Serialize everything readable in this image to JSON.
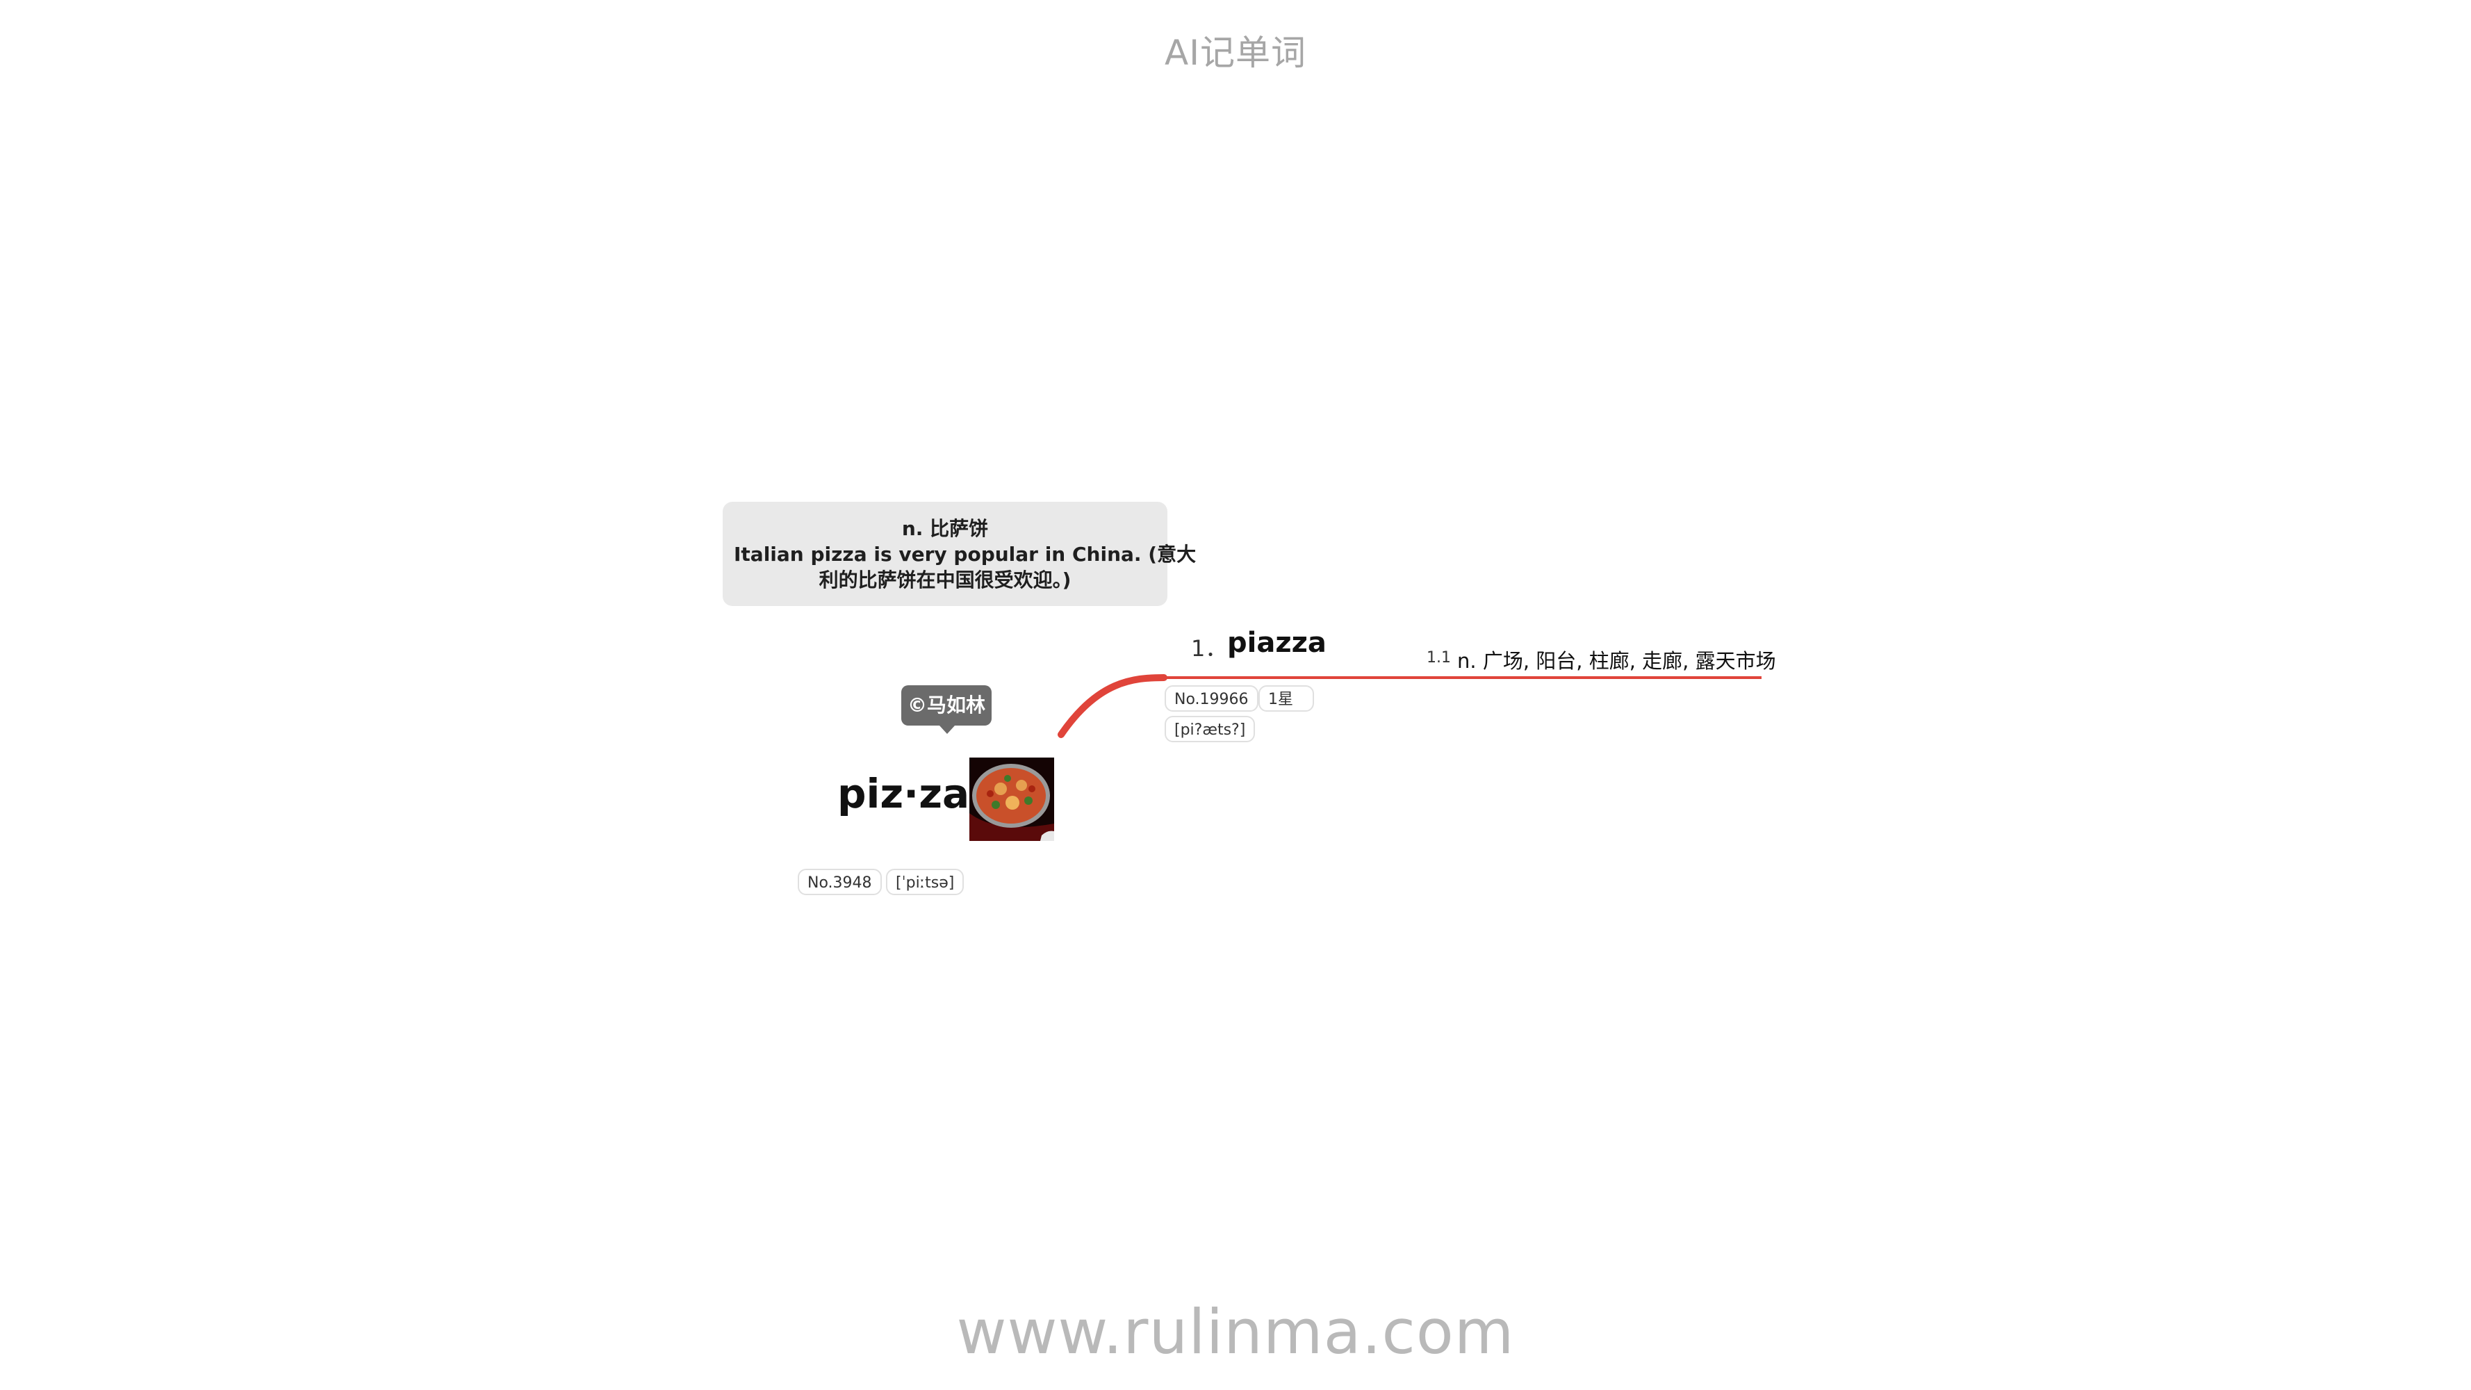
{
  "app_title": "AI记单词",
  "footer_url": "www.rulinma.com",
  "colors": {
    "connector": "#e0443a",
    "note_background": "#e9e9e9",
    "bubble_background": "#6b6b6b",
    "text_muted": "#a6a6a6"
  },
  "note": {
    "line1": "n. 比萨饼",
    "line2": "Italian pizza is very popular in China. (意大",
    "line3": "利的比萨饼在中国很受欢迎。)"
  },
  "copyright": "©马如林",
  "root": {
    "word": "piz·za",
    "image_icon": "pizza-photo",
    "rank": "No.3948",
    "phonetic": "[ˈpiːtsə]"
  },
  "branch": {
    "index": "1．",
    "word": "piazza",
    "rank": "No.19966",
    "stars": "1星",
    "phonetic": "[pi?æts?]",
    "sub_index": "1.1",
    "meaning": "n. 广场, 阳台, 柱廊, 走廊, 露天市场"
  }
}
